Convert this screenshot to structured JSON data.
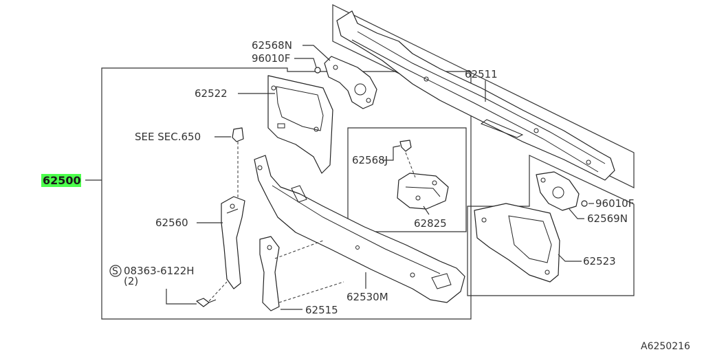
{
  "diagram": {
    "highlight_color": "#4cff4c",
    "labels": {
      "p62500": "62500",
      "p62568N": "62568N",
      "p96010F_top": "96010F",
      "p62522": "62522",
      "p62511": "62511",
      "see_sec": "SEE SEC.650",
      "p62568J": "62568J",
      "p62825": "62825",
      "p96010F_right": "96010F",
      "p62569N": "62569N",
      "p62560": "62560",
      "p62523": "62523",
      "bolt_symbol": "S",
      "bolt_part": "08363-6122H",
      "bolt_qty": "(2)",
      "p62530M": "62530M",
      "p62515": "62515"
    },
    "figure_code": "A6250216"
  }
}
